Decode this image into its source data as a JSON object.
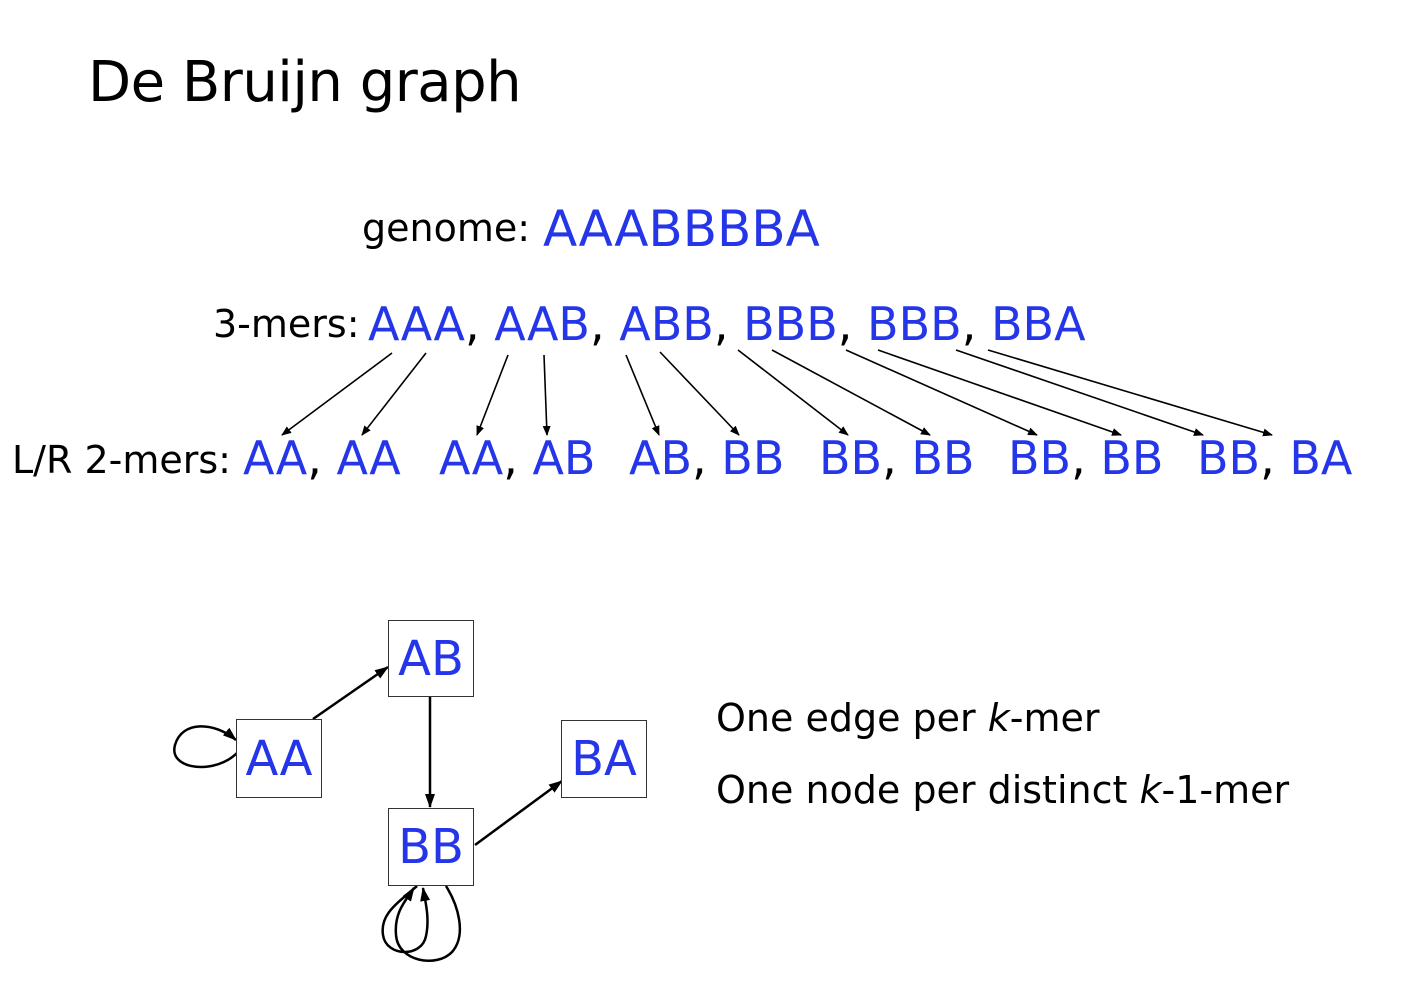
{
  "title": "De Bruijn graph",
  "genome": {
    "label": "genome:",
    "value": "AAABBBBA"
  },
  "kmers": {
    "label": "3-mers:",
    "items": [
      "AAA",
      "AAB",
      "ABB",
      "BBB",
      "BBB",
      "BBA"
    ],
    "separator": ","
  },
  "two_mers": {
    "label": "L/R 2-mers:",
    "pairs": [
      {
        "left": "AA",
        "right": "AA"
      },
      {
        "left": "AA",
        "right": "AB"
      },
      {
        "left": "AB",
        "right": "BB"
      },
      {
        "left": "BB",
        "right": "BB"
      },
      {
        "left": "BB",
        "right": "BB"
      },
      {
        "left": "BB",
        "right": "BA"
      }
    ]
  },
  "graph": {
    "nodes": [
      {
        "id": "AA",
        "label": "AA"
      },
      {
        "id": "AB",
        "label": "AB"
      },
      {
        "id": "BB",
        "label": "BB"
      },
      {
        "id": "BA",
        "label": "BA"
      }
    ],
    "edges": [
      {
        "from": "AA",
        "to": "AA"
      },
      {
        "from": "AA",
        "to": "AB"
      },
      {
        "from": "AB",
        "to": "BB"
      },
      {
        "from": "BB",
        "to": "BB"
      },
      {
        "from": "BB",
        "to": "BB"
      },
      {
        "from": "BB",
        "to": "BA"
      }
    ]
  },
  "notes": {
    "line1": {
      "before": "One edge per ",
      "italic": "k",
      "after": "-mer"
    },
    "line2": {
      "before": "One node per distinct ",
      "italic": "k",
      "after": "-1-mer"
    }
  },
  "colors": {
    "accent": "#2536e8",
    "text": "#000000",
    "arrow": "#000000"
  }
}
